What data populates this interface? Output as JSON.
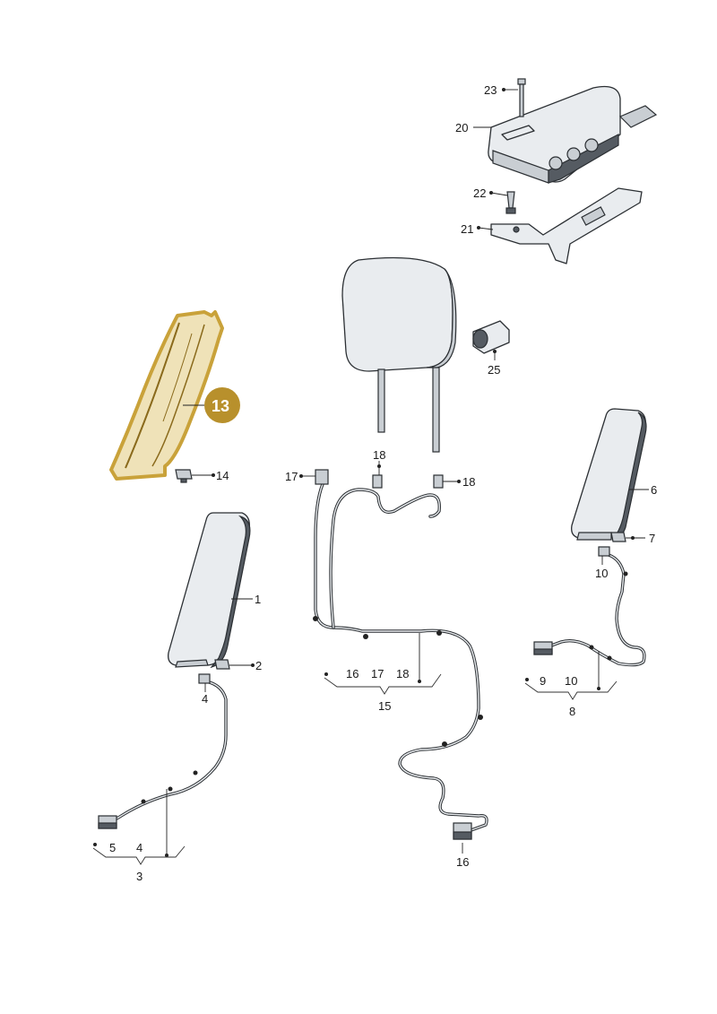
{
  "colors": {
    "highlight": "#c9a23a",
    "highlight_fill": "#b8902c",
    "line": "#2b2f33"
  },
  "callouts": {
    "p23": "23",
    "p20": "20",
    "p22": "22",
    "p21": "21",
    "p25": "25",
    "p13": "13",
    "p14": "14",
    "p17": "17",
    "p18a": "18",
    "p18b": "18",
    "p6": "6",
    "p7": "7",
    "p10a": "10",
    "p1": "1",
    "p2": "2",
    "p4a": "4",
    "g15_16": "16",
    "g15_17": "17",
    "g15_18": "18",
    "p15": "15",
    "g8_9": "9",
    "g8_10": "10",
    "p8": "8",
    "g3_5": "5",
    "g3_4": "4",
    "p3": "3",
    "p16": "16"
  }
}
